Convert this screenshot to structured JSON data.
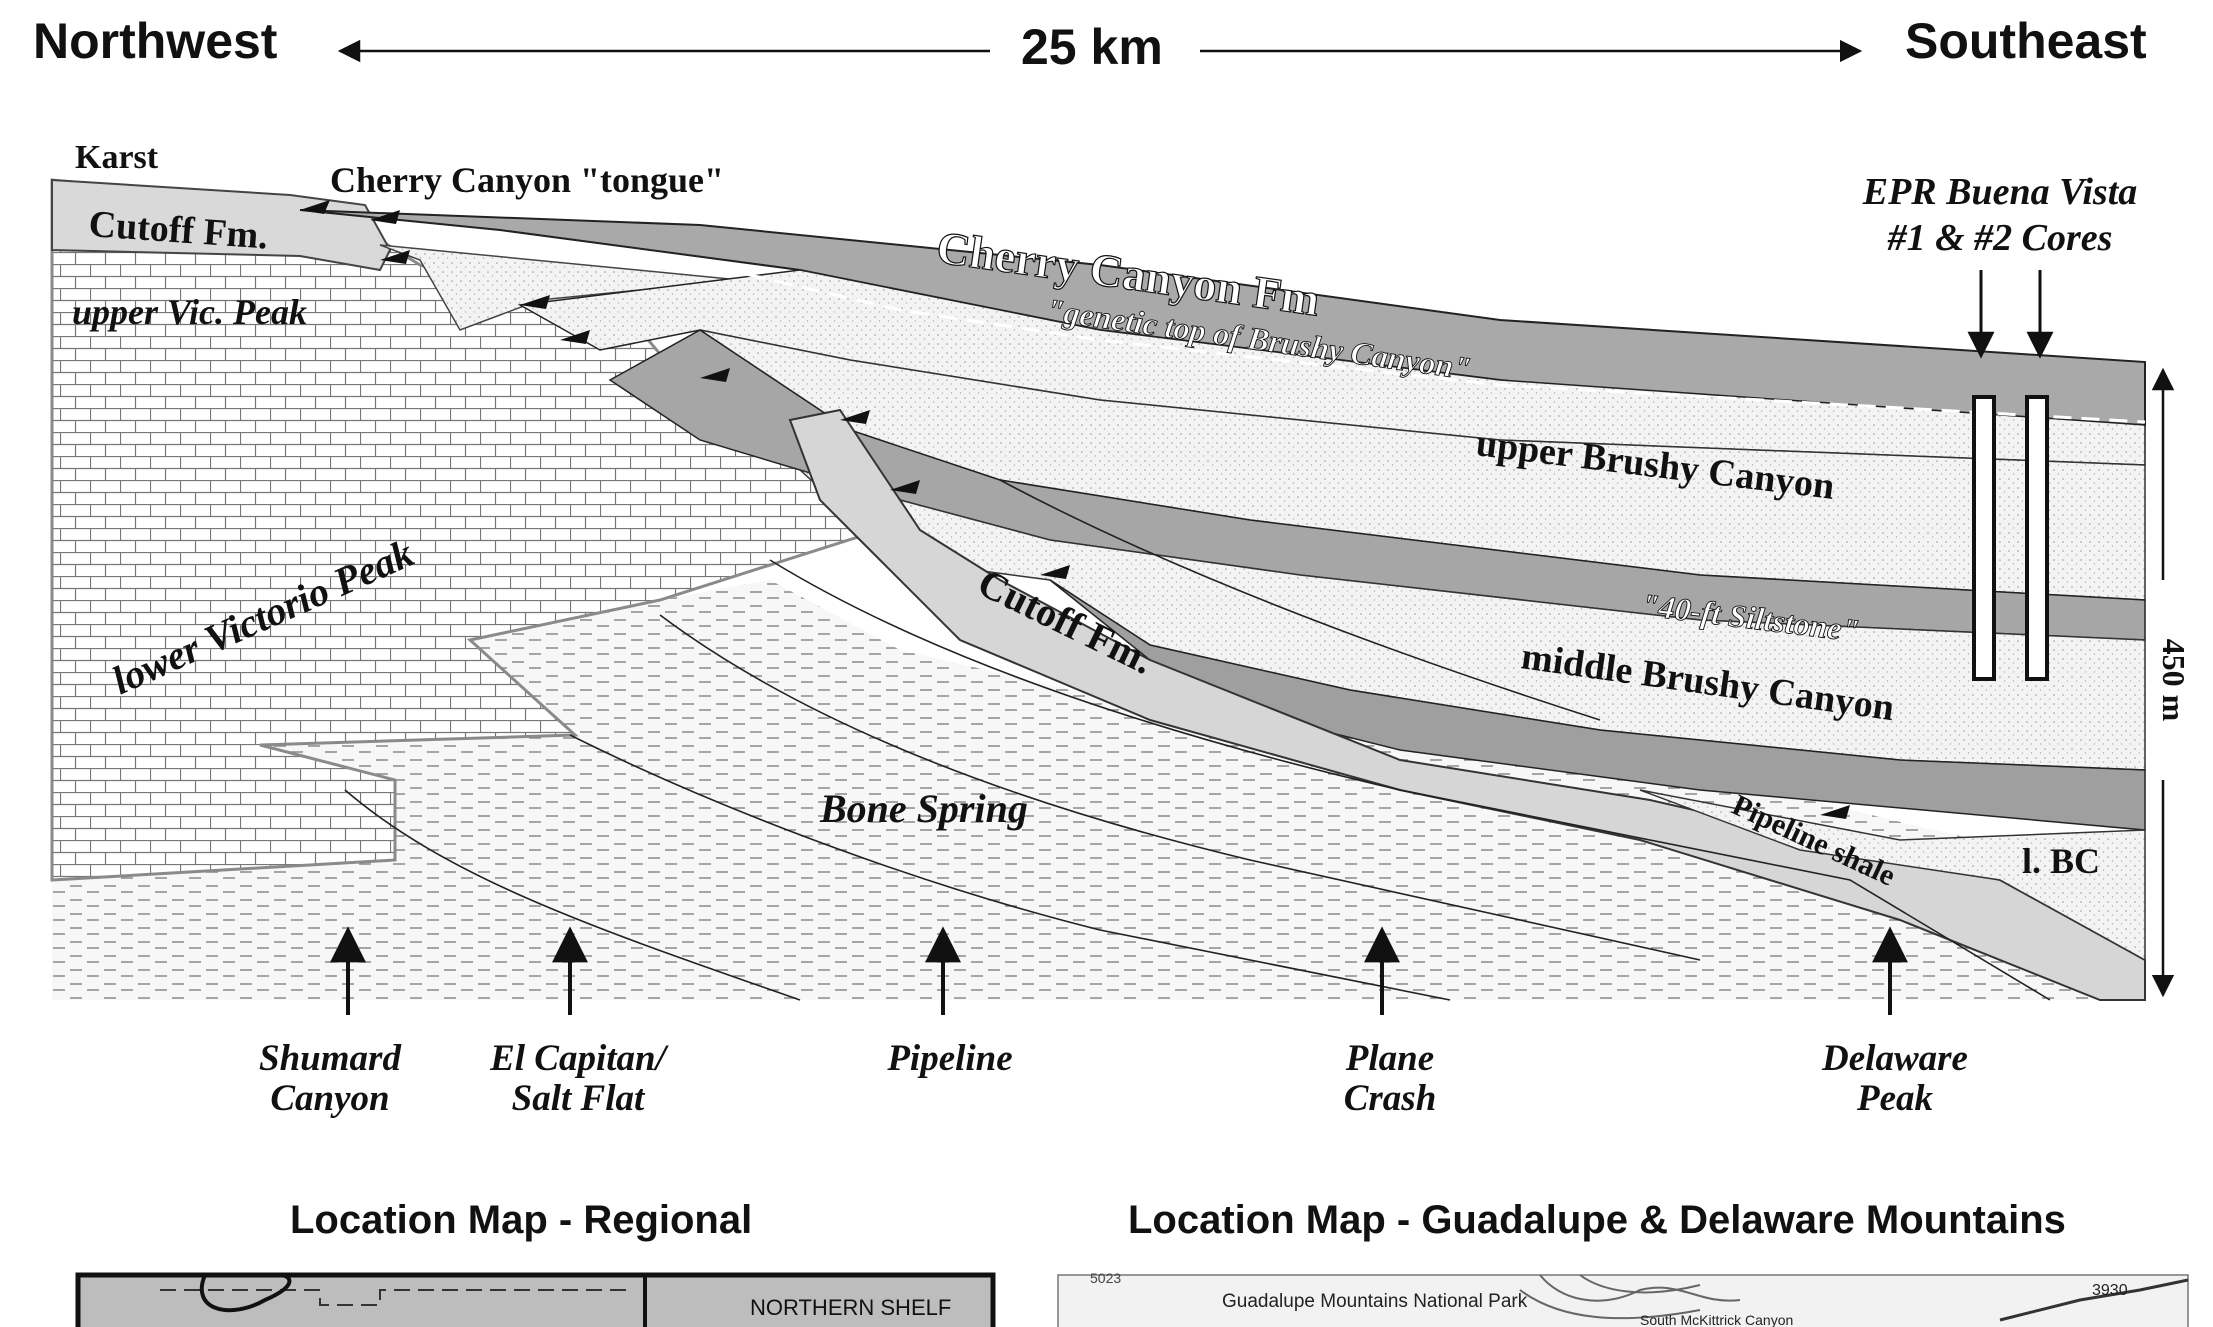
{
  "header": {
    "left_direction": "Northwest",
    "right_direction": "Southeast",
    "scale_label": "25 km"
  },
  "units": {
    "karst": "Karst",
    "cutoff_upper": "Cutoff Fm.",
    "cherry_tongue": "Cherry Canyon \"tongue\"",
    "upper_vic_peak": "upper Vic. Peak",
    "cherry_canyon_fm": "Cherry Canyon Fm",
    "genetic_top": "\"genetic top of Brushy Canyon\"",
    "upper_brushy": "upper Brushy Canyon",
    "siltstone_40ft": "\"40-ft Siltstone\"",
    "middle_brushy": "middle Brushy Canyon",
    "cutoff_lower": "Cutoff Fm.",
    "lower_victorio": "lower Victorio Peak",
    "bone_spring": "Bone Spring",
    "pipeline_shale": "Pipeline shale",
    "lower_bc": "l. BC"
  },
  "cores": {
    "line1": "EPR Buena Vista",
    "line2": "#1 & #2 Cores"
  },
  "vertical_scale": "450 m",
  "localities": [
    {
      "line1": "Shumard",
      "line2": "Canyon"
    },
    {
      "line1": "El Capitan/",
      "line2": "Salt Flat"
    },
    {
      "line1": "Pipeline",
      "line2": ""
    },
    {
      "line1": "Plane",
      "line2": "Crash"
    },
    {
      "line1": "Delaware",
      "line2": "Peak"
    }
  ],
  "maps": {
    "regional_title": "Location Map - Regional",
    "guadalupe_title": "Location Map - Guadalupe & Delaware Mountains",
    "regional_label": "NORTHERN SHELF",
    "park_label": "Guadalupe Mountains National Park",
    "canyon_label": "South McKittrick Canyon",
    "elev_1": "3930",
    "elev_2": "5023"
  },
  "colors": {
    "dark_gray": "#a3a3a3",
    "mid_gray": "#bdbdbd",
    "light_gray": "#d6d6d6",
    "sand": "#f4f4f4",
    "line": "#1a1a1a"
  }
}
